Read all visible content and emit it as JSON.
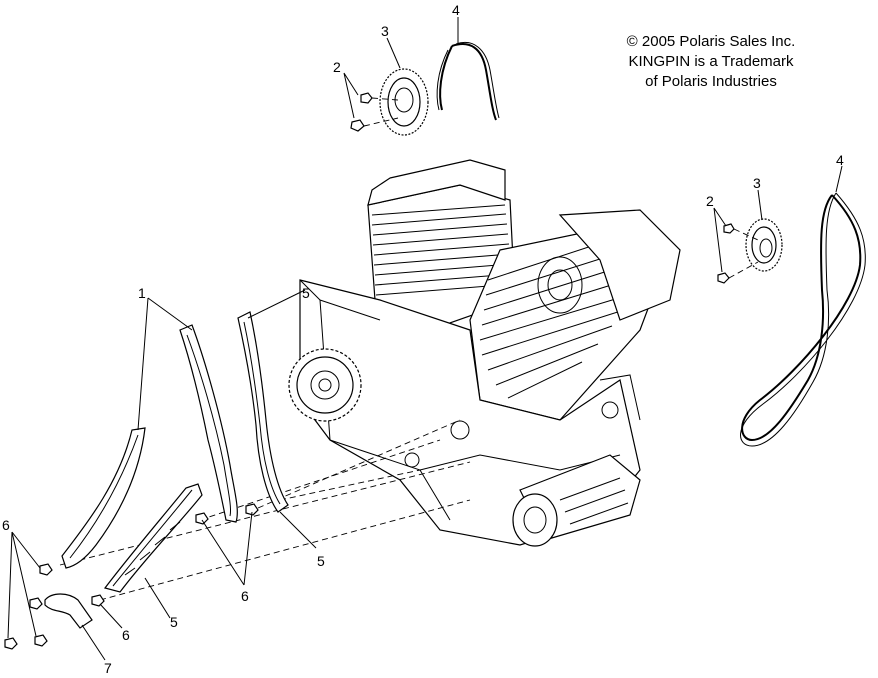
{
  "copyright": {
    "line1": "© 2005 Polaris Sales Inc.",
    "line2": "KINGPIN is a Trademark",
    "line3": "of Polaris Industries"
  },
  "callouts": [
    {
      "id": "c-4-top",
      "text": "4"
    },
    {
      "id": "c-3-top",
      "text": "3"
    },
    {
      "id": "c-2-top",
      "text": "2"
    },
    {
      "id": "c-4-right",
      "text": "4"
    },
    {
      "id": "c-3-right",
      "text": "3"
    },
    {
      "id": "c-2-right",
      "text": "2"
    },
    {
      "id": "c-1",
      "text": "1"
    },
    {
      "id": "c-5-mid",
      "text": "5"
    },
    {
      "id": "c-5-low",
      "text": "5"
    },
    {
      "id": "c-6-left",
      "text": "6"
    },
    {
      "id": "c-6-mid",
      "text": "6"
    },
    {
      "id": "c-6-bottom",
      "text": "6"
    },
    {
      "id": "c-7",
      "text": "7"
    }
  ]
}
